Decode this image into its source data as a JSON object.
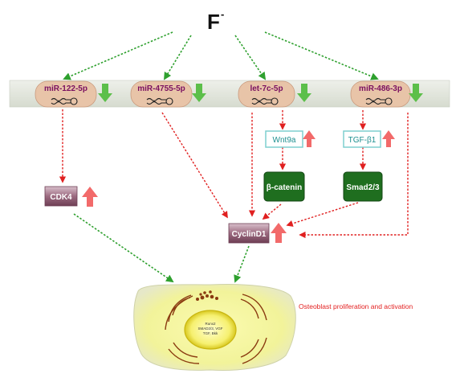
{
  "title": {
    "base": "F",
    "superscript": "-"
  },
  "mirnas": [
    {
      "label": "miR-122-5p",
      "trend": "down"
    },
    {
      "label": "miR-4755-5p",
      "trend": "down"
    },
    {
      "label": "let-7c-5p",
      "trend": "down"
    },
    {
      "label": "miR-486-3p",
      "trend": "down"
    }
  ],
  "targets": {
    "wnt9a": {
      "label": "Wnt9a",
      "trend": "up"
    },
    "tgfb1": {
      "label": "TGF-β1",
      "trend": "up"
    },
    "beta_catenin": {
      "label": "β-catenin"
    },
    "smad": {
      "label": "Smad2/3"
    },
    "cdk4": {
      "label": "CDK4",
      "trend": "up"
    },
    "cyclind1": {
      "label": "CyclinD1",
      "trend": "up"
    }
  },
  "cell": {
    "nucleus_text": [
      "Runx2",
      "SMAD2/3, VGF",
      "TGF, Bkk"
    ]
  },
  "outcome": "Osteoblast proliferation and activation",
  "colors": {
    "pill": "#e8c4a8",
    "mirna_text": "#7a1060",
    "down_arrow": "#5cbf4a",
    "up_arrow": "#f26a6a",
    "band": "#e2e6dc",
    "green_box": "#1f6e1f",
    "purple_box": "#8c5a6e",
    "dotted_green": "#2ea02e",
    "dotted_red": "#e02020",
    "outcome_text": "#e32020"
  }
}
